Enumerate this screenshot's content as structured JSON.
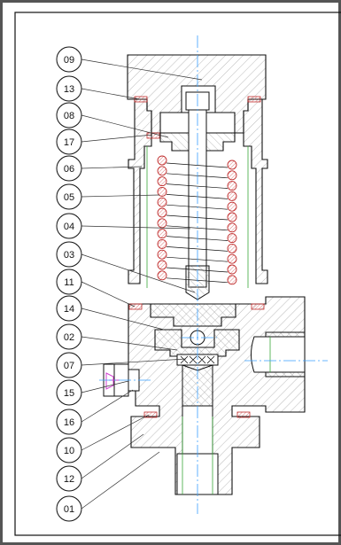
{
  "drawing": {
    "balloons": [
      "09",
      "13",
      "08",
      "17",
      "06",
      "05",
      "04",
      "03",
      "11",
      "14",
      "02",
      "07",
      "15",
      "16",
      "10",
      "12",
      "01"
    ],
    "colors": {
      "outline": "#000000",
      "frame": "#5a5a5a",
      "hatch": "#9a9a9a",
      "centerline": "#3aa0ff",
      "hidden": "#3aa83a",
      "seal": "#e06060",
      "spring_fill": "#f3b0b0",
      "plug": "#d040d0"
    }
  }
}
